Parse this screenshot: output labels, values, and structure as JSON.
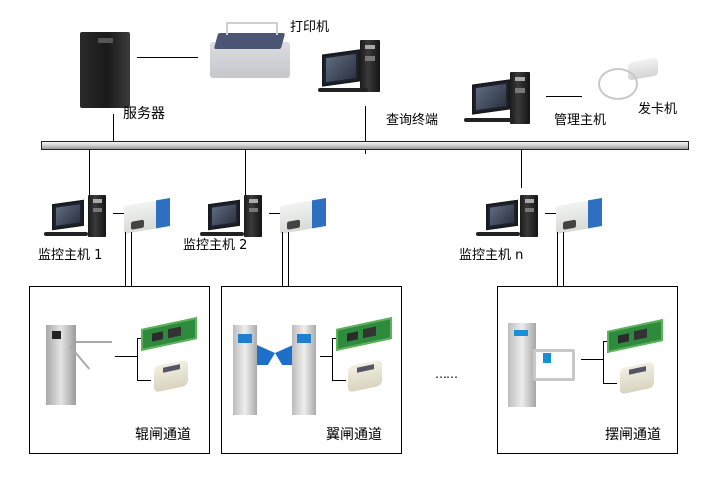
{
  "diagram": {
    "title": "门禁通道系统拓扑图",
    "top_devices": {
      "server": {
        "label": "服务器",
        "icon": "server-tower-icon"
      },
      "printer": {
        "label": "打印机",
        "icon": "printer-icon"
      },
      "query_terminal": {
        "label": "查询终端",
        "icon": "desktop-pc-icon"
      },
      "management_host": {
        "label": "管理主机",
        "icon": "desktop-pc-icon"
      },
      "card_issuer": {
        "label": "发卡机",
        "icon": "card-issuer-icon"
      }
    },
    "bus": {
      "name": "network-bus"
    },
    "monitor_hosts": [
      {
        "label": "监控主机 1",
        "pc_icon": "desktop-pc-icon",
        "converter_icon": "serial-converter-icon"
      },
      {
        "label": "监控主机 2",
        "pc_icon": "desktop-pc-icon",
        "converter_icon": "serial-converter-icon"
      },
      {
        "label": "监控主机 n",
        "pc_icon": "desktop-pc-icon",
        "converter_icon": "serial-converter-icon"
      }
    ],
    "channels": [
      {
        "label": "辊闸通道",
        "gate_icon": "tripod-turnstile-icon",
        "controller_icon": "controller-board-icon",
        "reader_icon": "card-reader-icon"
      },
      {
        "label": "翼闸通道",
        "gate_icon": "flap-barrier-icon",
        "controller_icon": "controller-board-icon",
        "reader_icon": "card-reader-icon"
      },
      {
        "label": "摆闸通道",
        "gate_icon": "swing-gate-icon",
        "controller_icon": "controller-board-icon",
        "reader_icon": "card-reader-icon"
      }
    ],
    "ellipsis": "……"
  }
}
